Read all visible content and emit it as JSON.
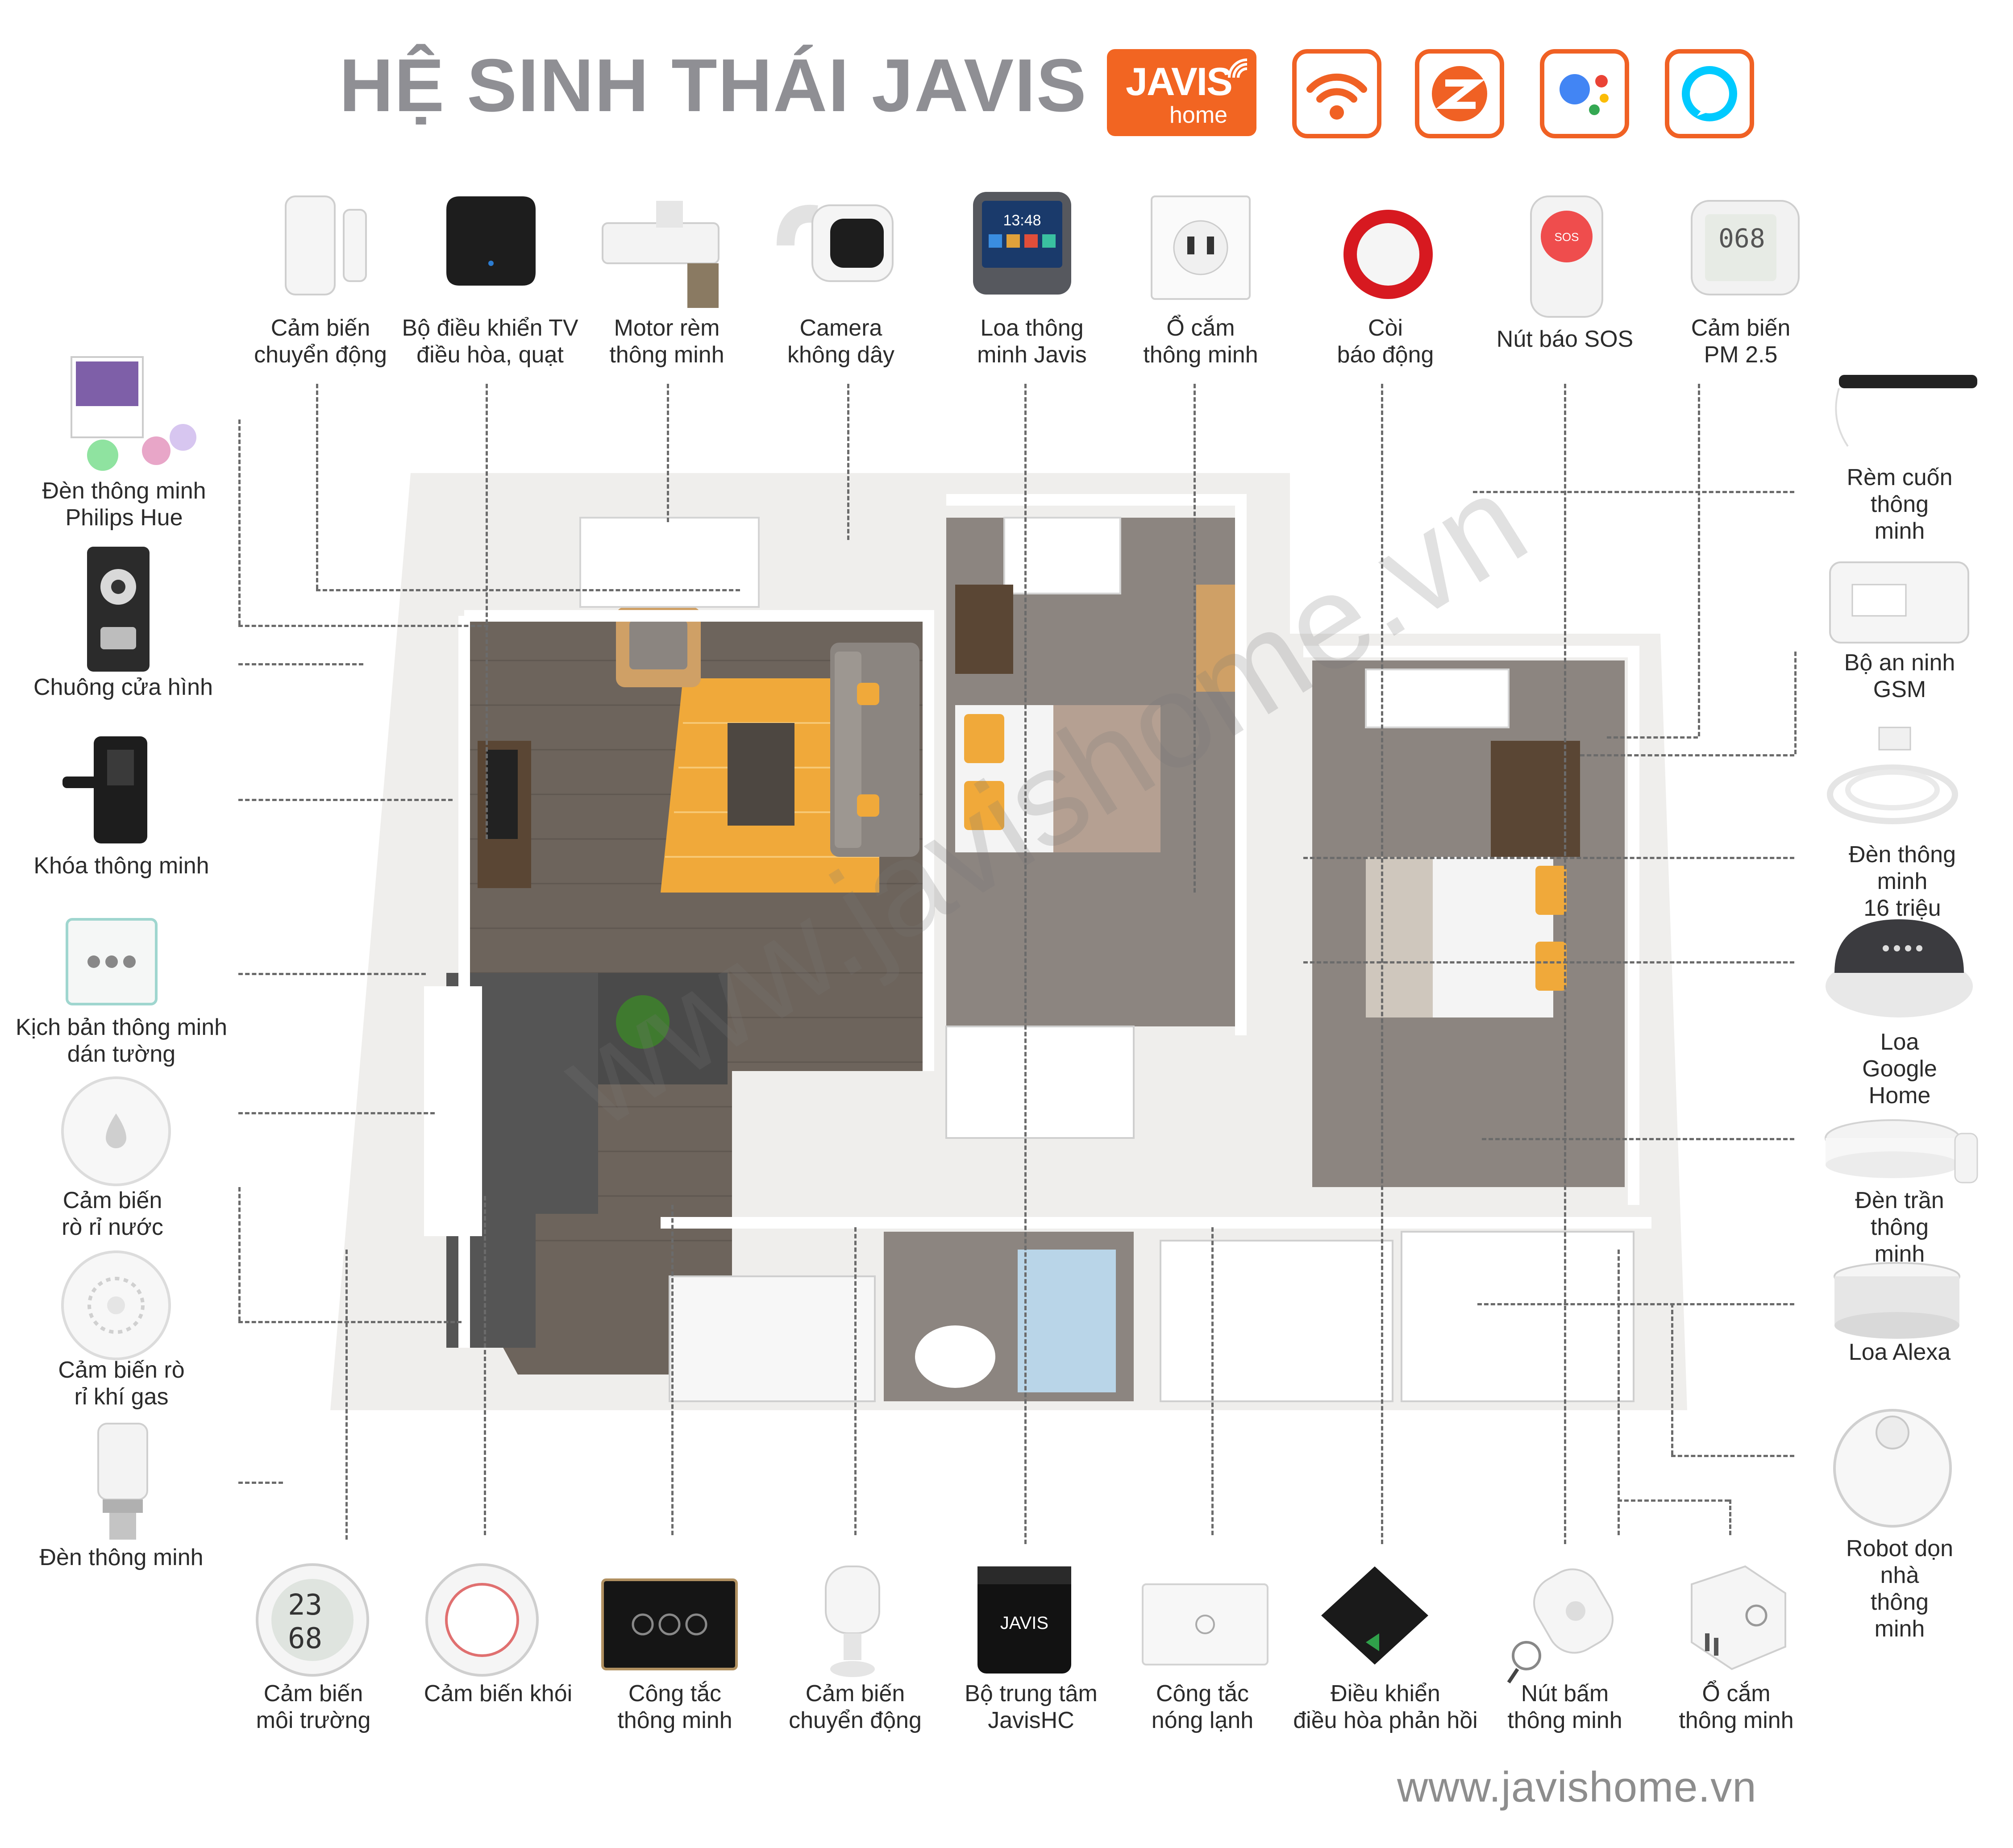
{
  "header": {
    "title": "HỆ SINH THÁI JAVIS",
    "brand_logo": {
      "main": "JAVIS",
      "sub": "home"
    },
    "protocol_icons": [
      "wifi-icon",
      "zigbee-icon",
      "google-assistant-icon",
      "alexa-icon"
    ]
  },
  "colors": {
    "accent": "#f26522",
    "title": "#8f8f94",
    "floor": "#6b625a",
    "wall": "#f2f2f0"
  },
  "top_devices": [
    {
      "label": "Cảm biến\nchuyển động",
      "icon": "door-sensor-icon"
    },
    {
      "label": "Bộ điều khiển TV\nđiều hòa, quạt",
      "icon": "ir-remote-icon"
    },
    {
      "label": "Motor rèm\nthông minh",
      "icon": "curtain-motor-icon"
    },
    {
      "label": "Camera\nkhông dây",
      "icon": "camera-icon"
    },
    {
      "label": "Loa thông\nminh Javis",
      "icon": "smart-display-icon"
    },
    {
      "label": "Ổ cắm\nthông minh",
      "icon": "wall-socket-icon"
    },
    {
      "label": "Còi\nbáo động",
      "icon": "siren-icon"
    },
    {
      "label": "Nút báo SOS",
      "icon": "sos-button-icon"
    },
    {
      "label": "Cảm biến\nPM 2.5",
      "icon": "pm25-sensor-icon"
    }
  ],
  "left_devices": [
    {
      "label": "Đèn thông minh\nPhilips Hue",
      "icon": "philips-hue-icon"
    },
    {
      "label": "Chuông cửa hình",
      "icon": "video-doorbell-icon"
    },
    {
      "label": "Khóa thông minh",
      "icon": "smart-lock-icon"
    },
    {
      "label": "Kịch bản thông minh\ndán tường",
      "icon": "scene-switch-icon"
    },
    {
      "label": "Cảm biến\nrò rỉ nước",
      "icon": "water-leak-sensor-icon"
    },
    {
      "label": "Cảm biến rò\nrỉ khí gas",
      "icon": "gas-sensor-icon"
    },
    {
      "label": "Đèn thông minh",
      "icon": "smart-bulb-icon"
    }
  ],
  "right_devices": [
    {
      "label": "Rèm cuốn\nthông minh",
      "icon": "roller-blind-icon"
    },
    {
      "label": "Bộ an ninh\nGSM",
      "icon": "gsm-security-icon"
    },
    {
      "label": "Đèn thông minh\n16 triệu màu",
      "icon": "led-strip-icon"
    },
    {
      "label": "Loa Google Home",
      "icon": "google-home-icon"
    },
    {
      "label": "Đèn trần\nthông minh",
      "icon": "ceiling-light-icon"
    },
    {
      "label": "Loa Alexa",
      "icon": "alexa-speaker-icon"
    },
    {
      "label": "Robot dọn nhà\nthông minh",
      "icon": "robot-vacuum-icon"
    }
  ],
  "bottom_devices": [
    {
      "label": "Cảm biến\nmôi trường",
      "icon": "temp-humidity-icon"
    },
    {
      "label": "Cảm biến khói",
      "icon": "smoke-sensor-icon"
    },
    {
      "label": "Công tắc\nthông minh",
      "icon": "touch-switch-icon"
    },
    {
      "label": "Cảm biến\nchuyển động",
      "icon": "motion-sensor-icon"
    },
    {
      "label": "Bộ trung tâm\nJavisHC",
      "icon": "hub-icon"
    },
    {
      "label": "Công tắc\nnóng lạnh",
      "icon": "water-heater-switch-icon"
    },
    {
      "label": "Điều khiển\nđiều hòa phản hồi",
      "icon": "ac-controller-icon"
    },
    {
      "label": "Nút bấm\nthông minh",
      "icon": "smart-button-icon"
    },
    {
      "label": "Ổ cắm\nthông minh",
      "icon": "plug-icon"
    }
  ],
  "pm25_readout": "068",
  "temp_readout": "23",
  "humidity_readout": "68",
  "footer": {
    "website": "www.javishome.vn",
    "watermark": "www.javishome.vn"
  }
}
